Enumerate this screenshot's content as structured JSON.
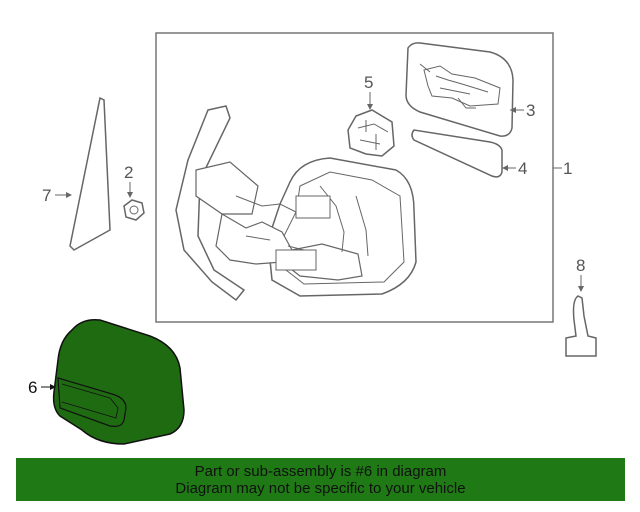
{
  "diagram": {
    "callouts": {
      "c1": "1",
      "c2": "2",
      "c3": "3",
      "c4": "4",
      "c5": "5",
      "c6": "6",
      "c7": "7",
      "c8": "8"
    },
    "highlight_color": "#1f6b12"
  },
  "footer": {
    "line1": "Part or sub-assembly is #6 in diagram",
    "line2": "Diagram may not be specific to your vehicle",
    "background": "#1f7a16"
  }
}
